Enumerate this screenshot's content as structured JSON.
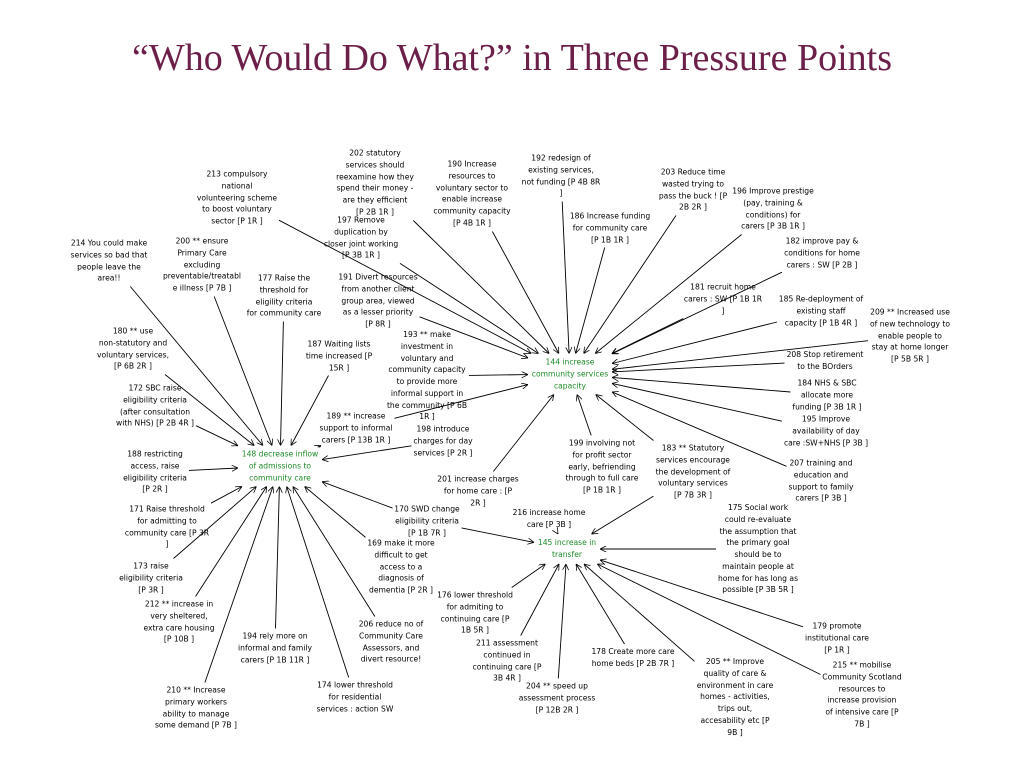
{
  "title": "“Who Would Do What?” in Three Pressure Points",
  "diagram": {
    "colors": {
      "title": "#6b1f49",
      "hub_text": "#1f8a2a",
      "text": "#000000",
      "line": "#000000"
    },
    "hubs": [
      {
        "id": "h144",
        "label": "144 increase\ncommunity services\ncapacity"
      },
      {
        "id": "h148",
        "label": "148 decrease inflow\nof admissions to\ncommunity care"
      },
      {
        "id": "h145",
        "label": "145 increase in\ntransfer"
      }
    ],
    "nodes": [
      {
        "id": "n202",
        "label": "202 statutory\nservices should\nreexamine how they\nspend their money -\nare they efficient\n[P 2B 1R ]"
      },
      {
        "id": "n190",
        "label": "190 Increase\nresources to\nvoluntary sector to\nenable increase\ncommunity capacity\n[P 4B 1R ]"
      },
      {
        "id": "n192",
        "label": "192 redesign of\nexisting services,\nnot funding [P 4B 8R\n]"
      },
      {
        "id": "n203",
        "label": "203 Reduce time\nwasted trying to\npass the buck ! [P\n2B 2R ]"
      },
      {
        "id": "n196",
        "label": "196 Improve prestige\n(pay, training &\nconditions) for\ncarers [P 3B 1R ]"
      },
      {
        "id": "n213",
        "label": "213 compulsory\nnational\nvolunteering scheme\nto boost voluntary\nsector [P 1R ]"
      },
      {
        "id": "n197",
        "label": "197 Remove\nduplication by\ncloser joint working\n[P 3B 1R ]"
      },
      {
        "id": "n186",
        "label": "186 Increase funding\nfor community care\n[P 1B 1R ]"
      },
      {
        "id": "n182",
        "label": "182 improve pay &\nconditions for home\ncarers : SW [P 2B ]"
      },
      {
        "id": "n214",
        "label": "214 You could make\nservices so bad that\npeople leave the\narea!!"
      },
      {
        "id": "n200",
        "label": "200 ** ensure\nPrimary Care\nexcluding\npreventable/treatabl\ne illness [P 7B ]"
      },
      {
        "id": "n177",
        "label": "177 Raise the\nthreshold for\neligility criteria\nfor community care"
      },
      {
        "id": "n191",
        "label": "191 Divert resources\nfrom another client\ngroup area, viewed\nas a lesser priority\n[P 8R ]"
      },
      {
        "id": "n181",
        "label": "181 recruit home\ncarers : SW [P 1B 1R\n]"
      },
      {
        "id": "n185",
        "label": "185 Re-deployment of\nexisting staff\ncapacity [P 1B 4R ]"
      },
      {
        "id": "n209",
        "label": "209 ** Increased use\nof new technology to\nenable people to\nstay at home longer\n[P 5B 5R ]"
      },
      {
        "id": "n180",
        "label": "180 ** use\nnon-statutory and\nvoluntary services,\n[P 6B 2R ]"
      },
      {
        "id": "n187",
        "label": "187 Waiting lists\ntime increased [P\n15R ]"
      },
      {
        "id": "n193",
        "label": "193 ** make\ninvestment in\nvoluntary and\ncommunity capacity\nto provide more\ninformal support in\nthe community [P 6B\n1R ]"
      },
      {
        "id": "n208",
        "label": "208 Stop retirement\nto the BOrders"
      },
      {
        "id": "n184",
        "label": "184 NHS & SBC\nallocate more\nfunding [P 3B 1R ]"
      },
      {
        "id": "n172",
        "label": "172 SBC raise\neligibility criteria\n(after consultation\nwith NHS) [P 2B 4R ]"
      },
      {
        "id": "n189",
        "label": "189 ** increase\nsupport to informal\ncarers [P 13B 1R ]"
      },
      {
        "id": "n198",
        "label": "198 introduce\ncharges for day\nservices [P 2R ]"
      },
      {
        "id": "n195",
        "label": "195 Improve\navailability of day\ncare :SW+NHS [P 3B ]"
      },
      {
        "id": "n188",
        "label": "188 restricting\naccess, raise\neligibility criteria\n[P 2R ]"
      },
      {
        "id": "n199",
        "label": "199 involving not\nfor profit sector\nearly, befriending\nthrough to full care\n[P 1B 1R ]"
      },
      {
        "id": "n183",
        "label": "183 ** Statutory\nservices encourage\nthe development of\nvoluntary services\n[P 7B 3R ]"
      },
      {
        "id": "n207",
        "label": "207 training and\neducation and\nsupport to family\ncarers [P 3B ]"
      },
      {
        "id": "n201",
        "label": "201 increase charges\nfor home care : [P\n2R ]"
      },
      {
        "id": "n171",
        "label": "171 Raise threshold\nfor admitting to\ncommunity care [P 3R\n]"
      },
      {
        "id": "n170",
        "label": "170 SWD change\neligibility criteria\n[P 1B 7R ]"
      },
      {
        "id": "n216",
        "label": "216 increase home\ncare [P 3B ]"
      },
      {
        "id": "n175",
        "label": "175 Social work\ncould re-evaluate\nthe assumption that\nthe primary goal\nshould be to\nmaintain people at\nhome for has long as\npossible [P 3B 5R ]"
      },
      {
        "id": "n169",
        "label": "169 make it more\ndifficult to get\naccess to a\ndiagnosis of\ndementia [P 2R ]"
      },
      {
        "id": "n173",
        "label": "173 raise\neligibility criteria\n[P 3R ]"
      },
      {
        "id": "n212",
        "label": "212 ** increase in\nvery sheltered,\nextra care housing\n[P 10B ]"
      },
      {
        "id": "n176",
        "label": "176 lower threshold\nfor admiting to\ncontinuing care [P\n1B 5R ]"
      },
      {
        "id": "n206",
        "label": "206 reduce no of\nCommunity Care\nAssessors, and\ndivert resource!"
      },
      {
        "id": "n179",
        "label": "179 promote\ninstitutional care\n[P 1R ]"
      },
      {
        "id": "n194",
        "label": "194 rely more on\ninformal and family\ncarers [P 1B 11R ]"
      },
      {
        "id": "n211",
        "label": "211 assessment\ncontinued in\ncontinuing care [P\n3B 4R ]"
      },
      {
        "id": "n178",
        "label": "178 Create more care\nhome beds [P 2B 7R ]"
      },
      {
        "id": "n205",
        "label": "205 ** Improve\nquality of care &\nenvironment in care\nhomes - activities,\ntrips out,\naccesability etc [P\n9B ]"
      },
      {
        "id": "n215",
        "label": "215 ** mobilise\nCommunity Scotland\nresources to\nincrease provision\nof intensive care [P\n7B ]"
      },
      {
        "id": "n204",
        "label": "204 ** speed up\nassessment process\n[P 12B 2R ]"
      },
      {
        "id": "n174",
        "label": "174 lower threshold\nfor residential\nservices : action SW"
      },
      {
        "id": "n210",
        "label": "210 ** Increase\nprimary workers\nability to manage\nsome demand [P 7B ]"
      }
    ],
    "links": [
      [
        "n202",
        "h144"
      ],
      [
        "n190",
        "h144"
      ],
      [
        "n192",
        "h144"
      ],
      [
        "n203",
        "h144"
      ],
      [
        "n196",
        "h144"
      ],
      [
        "n213",
        "h144"
      ],
      [
        "n197",
        "h144"
      ],
      [
        "n186",
        "h144"
      ],
      [
        "n182",
        "h144"
      ],
      [
        "n191",
        "h144"
      ],
      [
        "n181",
        "h144"
      ],
      [
        "n185",
        "h144"
      ],
      [
        "n209",
        "h144"
      ],
      [
        "n208",
        "h144"
      ],
      [
        "n184",
        "h144"
      ],
      [
        "n195",
        "h144"
      ],
      [
        "n207",
        "h144"
      ],
      [
        "n193",
        "h144"
      ],
      [
        "n199",
        "h144"
      ],
      [
        "n183",
        "h144"
      ],
      [
        "n201",
        "h144"
      ],
      [
        "n189",
        "h144"
      ],
      [
        "n214",
        "h148"
      ],
      [
        "n200",
        "h148"
      ],
      [
        "n177",
        "h148"
      ],
      [
        "n180",
        "h148"
      ],
      [
        "n187",
        "h148"
      ],
      [
        "n172",
        "h148"
      ],
      [
        "n189",
        "h148"
      ],
      [
        "n198",
        "h148"
      ],
      [
        "n188",
        "h148"
      ],
      [
        "n171",
        "h148"
      ],
      [
        "n170",
        "h148"
      ],
      [
        "n169",
        "h148"
      ],
      [
        "n173",
        "h148"
      ],
      [
        "n212",
        "h148"
      ],
      [
        "n206",
        "h148"
      ],
      [
        "n194",
        "h148"
      ],
      [
        "n174",
        "h148"
      ],
      [
        "n210",
        "h148"
      ],
      [
        "n216",
        "h145"
      ],
      [
        "n175",
        "h145"
      ],
      [
        "n176",
        "h145"
      ],
      [
        "n179",
        "h145"
      ],
      [
        "n211",
        "h145"
      ],
      [
        "n178",
        "h145"
      ],
      [
        "n205",
        "h145"
      ],
      [
        "n215",
        "h145"
      ],
      [
        "n204",
        "h145"
      ],
      [
        "n183",
        "h145"
      ],
      [
        "n170",
        "h145"
      ]
    ]
  }
}
